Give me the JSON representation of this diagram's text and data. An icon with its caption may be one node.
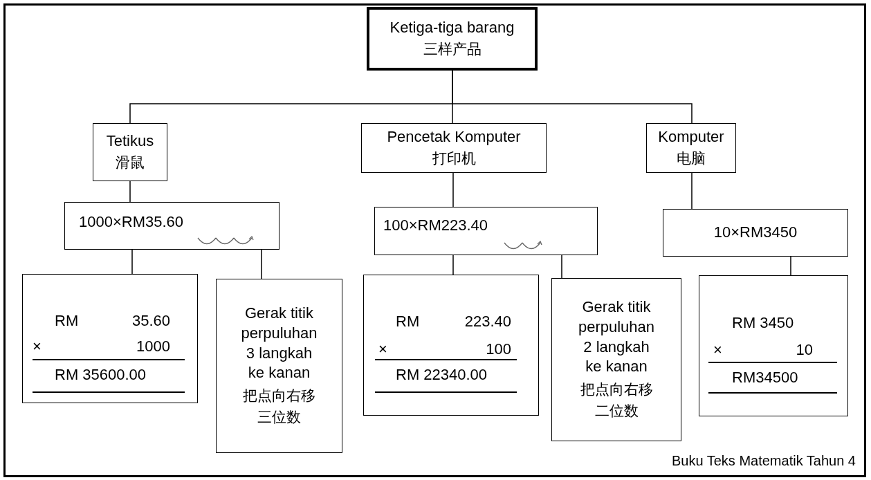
{
  "diagram": {
    "nodes": [
      {
        "text": [
          "Ketiga-tiga barang",
          "三样产品"
        ]
      },
      {
        "text": [
          "Tetikus",
          "滑鼠"
        ]
      },
      {
        "text": [
          "Pencetak Komputer",
          "打印机"
        ]
      },
      {
        "text": [
          "Komputer",
          "电脑"
        ]
      },
      {
        "text": [
          "1000×RM35.60"
        ]
      },
      {
        "text": [
          "RM",
          "35.60",
          "×",
          "1000",
          "RM 35600.00"
        ]
      },
      {
        "text": [
          "Gerak titik perpuluhan 3 langkah ke kanan",
          "把点向右移三位数"
        ]
      },
      {
        "text": [
          "100×RM223.40"
        ]
      },
      {
        "text": [
          "RM",
          "223.40",
          "×",
          "100",
          "RM 22340.00"
        ]
      },
      {
        "text": [
          "Gerak titik perpuluhan 2 langkah ke kanan",
          "把点向右移二位数"
        ]
      },
      {
        "text": [
          "10×RM3450"
        ]
      },
      {
        "text": [
          "RM 3450",
          "×",
          "10",
          "RM34500"
        ]
      }
    ],
    "edges": [
      {
        "from": 0,
        "to": 1,
        "arrow": "none"
      },
      {
        "from": 0,
        "to": 2,
        "arrow": "none"
      },
      {
        "from": 0,
        "to": 3,
        "arrow": "none"
      },
      {
        "from": 1,
        "to": 4,
        "arrow": "none"
      },
      {
        "from": 4,
        "to": 5,
        "arrow": "none"
      },
      {
        "from": 4,
        "to": 6,
        "arrow": "none"
      },
      {
        "from": 2,
        "to": 7,
        "arrow": "none"
      },
      {
        "from": 7,
        "to": 8,
        "arrow": "none"
      },
      {
        "from": 7,
        "to": 9,
        "arrow": "none"
      },
      {
        "from": 3,
        "to": 10,
        "arrow": "none"
      },
      {
        "from": 10,
        "to": 11,
        "arrow": "none"
      }
    ],
    "labels": [
      "Buku Teks Matematik Tahun 4"
    ]
  }
}
